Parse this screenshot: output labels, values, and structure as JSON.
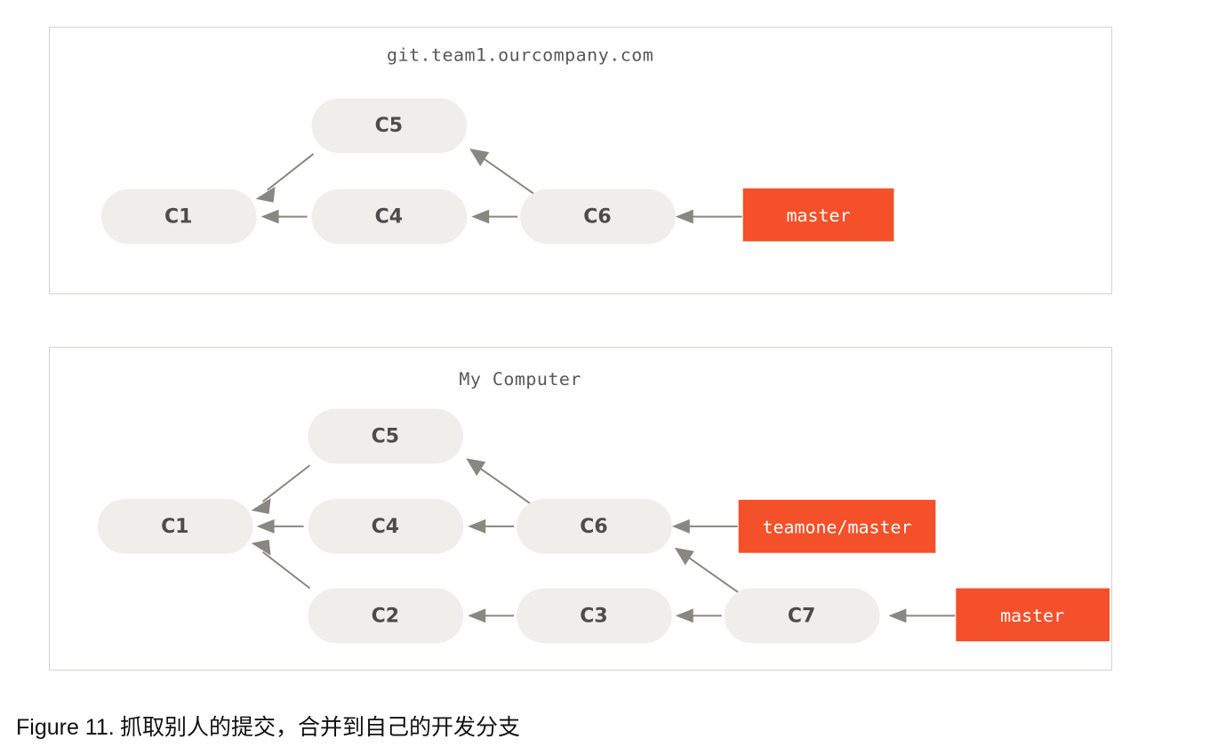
{
  "figure": {
    "caption_prefix": "Figure 11.",
    "caption_text": " 抓取别人的提交，合并到自己的开发分支"
  },
  "colors": {
    "commit_fill": "#efeeea",
    "commit_text": "#4c4c4c",
    "branch_fill": "#f4502a",
    "branch_text": "#ffffff",
    "edge": "#8a8780",
    "panel_border": "#d6d4d0",
    "title_text": "#58585a",
    "background": "#ffffff"
  },
  "panels": [
    {
      "id": "remote",
      "title": "git.team1.ourcompany.com",
      "commits": [
        {
          "id": "c1",
          "label": "C1"
        },
        {
          "id": "c4",
          "label": "C4"
        },
        {
          "id": "c5",
          "label": "C5"
        },
        {
          "id": "c6",
          "label": "C6"
        }
      ],
      "branches": [
        {
          "id": "master",
          "label": "master"
        }
      ],
      "edges": [
        {
          "from": "C5",
          "to": "C1"
        },
        {
          "from": "C4",
          "to": "C1"
        },
        {
          "from": "C6",
          "to": "C4"
        },
        {
          "from": "C6",
          "to": "C5"
        },
        {
          "from": "master",
          "to": "C6"
        }
      ]
    },
    {
      "id": "local",
      "title": "My Computer",
      "commits": [
        {
          "id": "c1",
          "label": "C1"
        },
        {
          "id": "c4",
          "label": "C4"
        },
        {
          "id": "c5",
          "label": "C5"
        },
        {
          "id": "c6",
          "label": "C6"
        },
        {
          "id": "c2",
          "label": "C2"
        },
        {
          "id": "c3",
          "label": "C3"
        },
        {
          "id": "c7",
          "label": "C7"
        }
      ],
      "branches": [
        {
          "id": "teamone-master",
          "label": "teamone/master"
        },
        {
          "id": "master",
          "label": "master"
        }
      ],
      "edges": [
        {
          "from": "C5",
          "to": "C1"
        },
        {
          "from": "C4",
          "to": "C1"
        },
        {
          "from": "C2",
          "to": "C1"
        },
        {
          "from": "C6",
          "to": "C4"
        },
        {
          "from": "C6",
          "to": "C5"
        },
        {
          "from": "C3",
          "to": "C2"
        },
        {
          "from": "C7",
          "to": "C3"
        },
        {
          "from": "C7",
          "to": "C6"
        },
        {
          "from": "teamone/master",
          "to": "C6"
        },
        {
          "from": "master",
          "to": "C7"
        }
      ]
    }
  ]
}
